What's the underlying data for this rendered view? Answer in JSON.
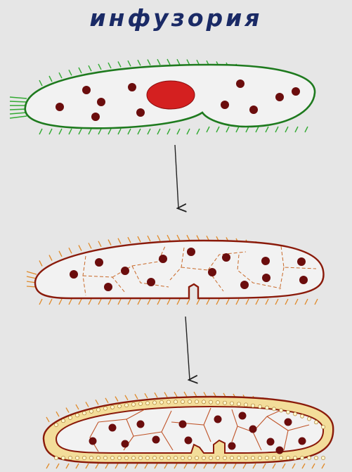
{
  "title": "инфузория",
  "colors": {
    "background": "#e6e6e6",
    "title": "#1a2a66",
    "cell_outline": "#1e7a1e",
    "cilia_green": "#33aa33",
    "nucleus": "#d42020",
    "granule": "#6b0d0d",
    "stage_outline": "#8a1a0a",
    "cilia_orange": "#e08a2a",
    "wall_fill": "#f3dd9a",
    "arrow": "#222222"
  },
  "stages": [
    "infusoria-cell",
    "dividing-cell",
    "multicellular-cell"
  ]
}
